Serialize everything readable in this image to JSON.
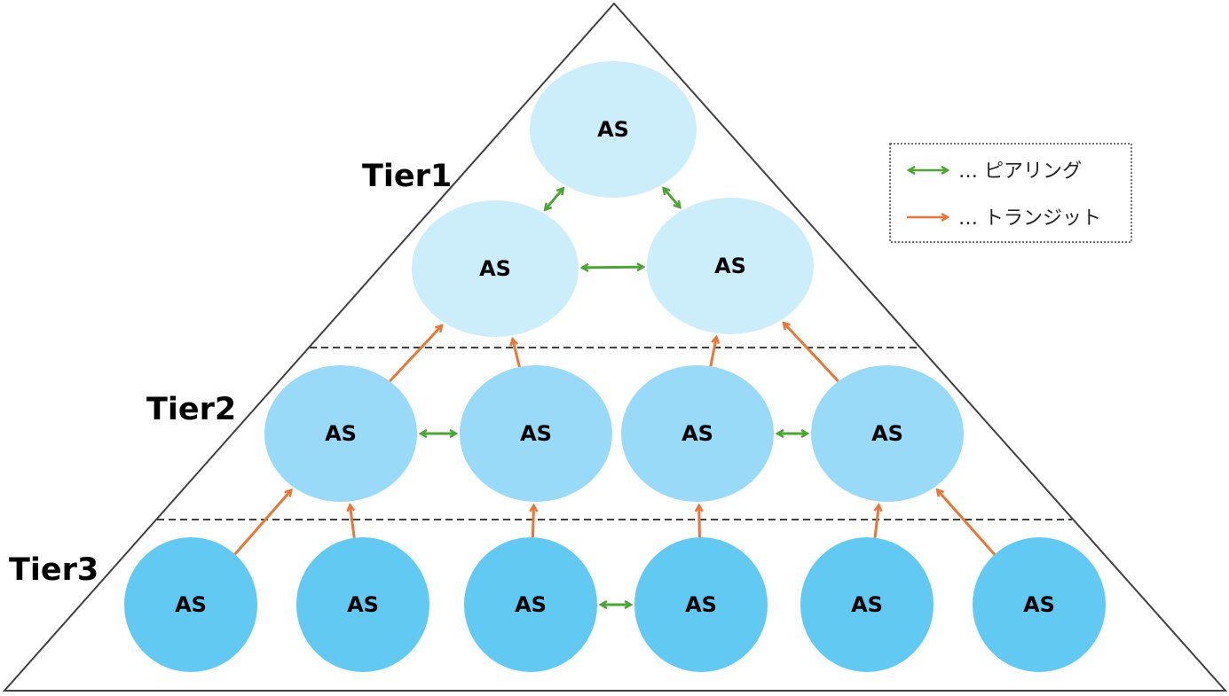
{
  "diagram": {
    "title": "Internet AS hierarchy (Tier1 / Tier2 / Tier3)",
    "colors": {
      "tier1_fill": "#cceefb",
      "tier2_fill": "#98daf7",
      "tier3_fill": "#62c9f3",
      "peering": "#4aa533",
      "transit": "#ed7432",
      "outline": "#404040"
    },
    "tiers": [
      {
        "label": "Tier1"
      },
      {
        "label": "Tier2"
      },
      {
        "label": "Tier3"
      }
    ],
    "nodes": {
      "tier1": [
        "AS",
        "AS",
        "AS"
      ],
      "tier2": [
        "AS",
        "AS",
        "AS",
        "AS"
      ],
      "tier3": [
        "AS",
        "AS",
        "AS",
        "AS",
        "AS",
        "AS"
      ]
    },
    "links": {
      "peering": [
        [
          "t1-0",
          "t1-1"
        ],
        [
          "t1-0",
          "t1-2"
        ],
        [
          "t1-1",
          "t1-2"
        ],
        [
          "t2-0",
          "t2-1"
        ],
        [
          "t2-2",
          "t2-3"
        ],
        [
          "t3-2",
          "t3-3"
        ]
      ],
      "transit": [
        [
          "t2-0",
          "t1-1"
        ],
        [
          "t2-1",
          "t1-1"
        ],
        [
          "t2-2",
          "t1-2"
        ],
        [
          "t2-3",
          "t1-2"
        ],
        [
          "t3-0",
          "t2-0"
        ],
        [
          "t3-1",
          "t2-0"
        ],
        [
          "t3-2",
          "t2-1"
        ],
        [
          "t3-3",
          "t2-2"
        ],
        [
          "t3-4",
          "t2-3"
        ],
        [
          "t3-5",
          "t2-3"
        ]
      ]
    },
    "legend": {
      "peering_label": "… ピアリング",
      "transit_label": "… トランジット"
    }
  }
}
